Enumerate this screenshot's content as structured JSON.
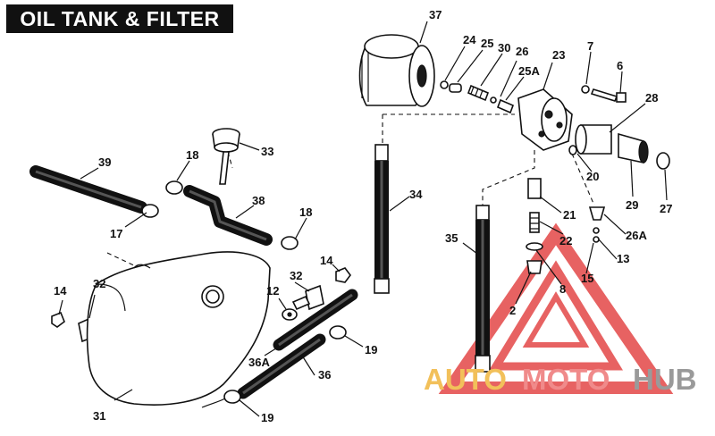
{
  "title": "OIL TANK & FILTER",
  "callouts": [
    "37",
    "24",
    "25",
    "30",
    "26",
    "25A",
    "23",
    "7",
    "6",
    "28",
    "33",
    "39",
    "18",
    "38",
    "18",
    "17",
    "34",
    "21",
    "20",
    "29",
    "27",
    "35",
    "22",
    "26A",
    "13",
    "14",
    "32",
    "12",
    "14",
    "32",
    "15",
    "8",
    "2",
    "36A",
    "19",
    "36",
    "31",
    "19"
  ],
  "watermark": {
    "word_part1": "AUTO",
    "word_part2": "MOTO",
    "word_part3": "HUB",
    "color_part1": "#f2c05a",
    "color_part2": "#f08a8a",
    "color_part3": "#9a9a9a",
    "triangle_color": "#e23b3b"
  }
}
